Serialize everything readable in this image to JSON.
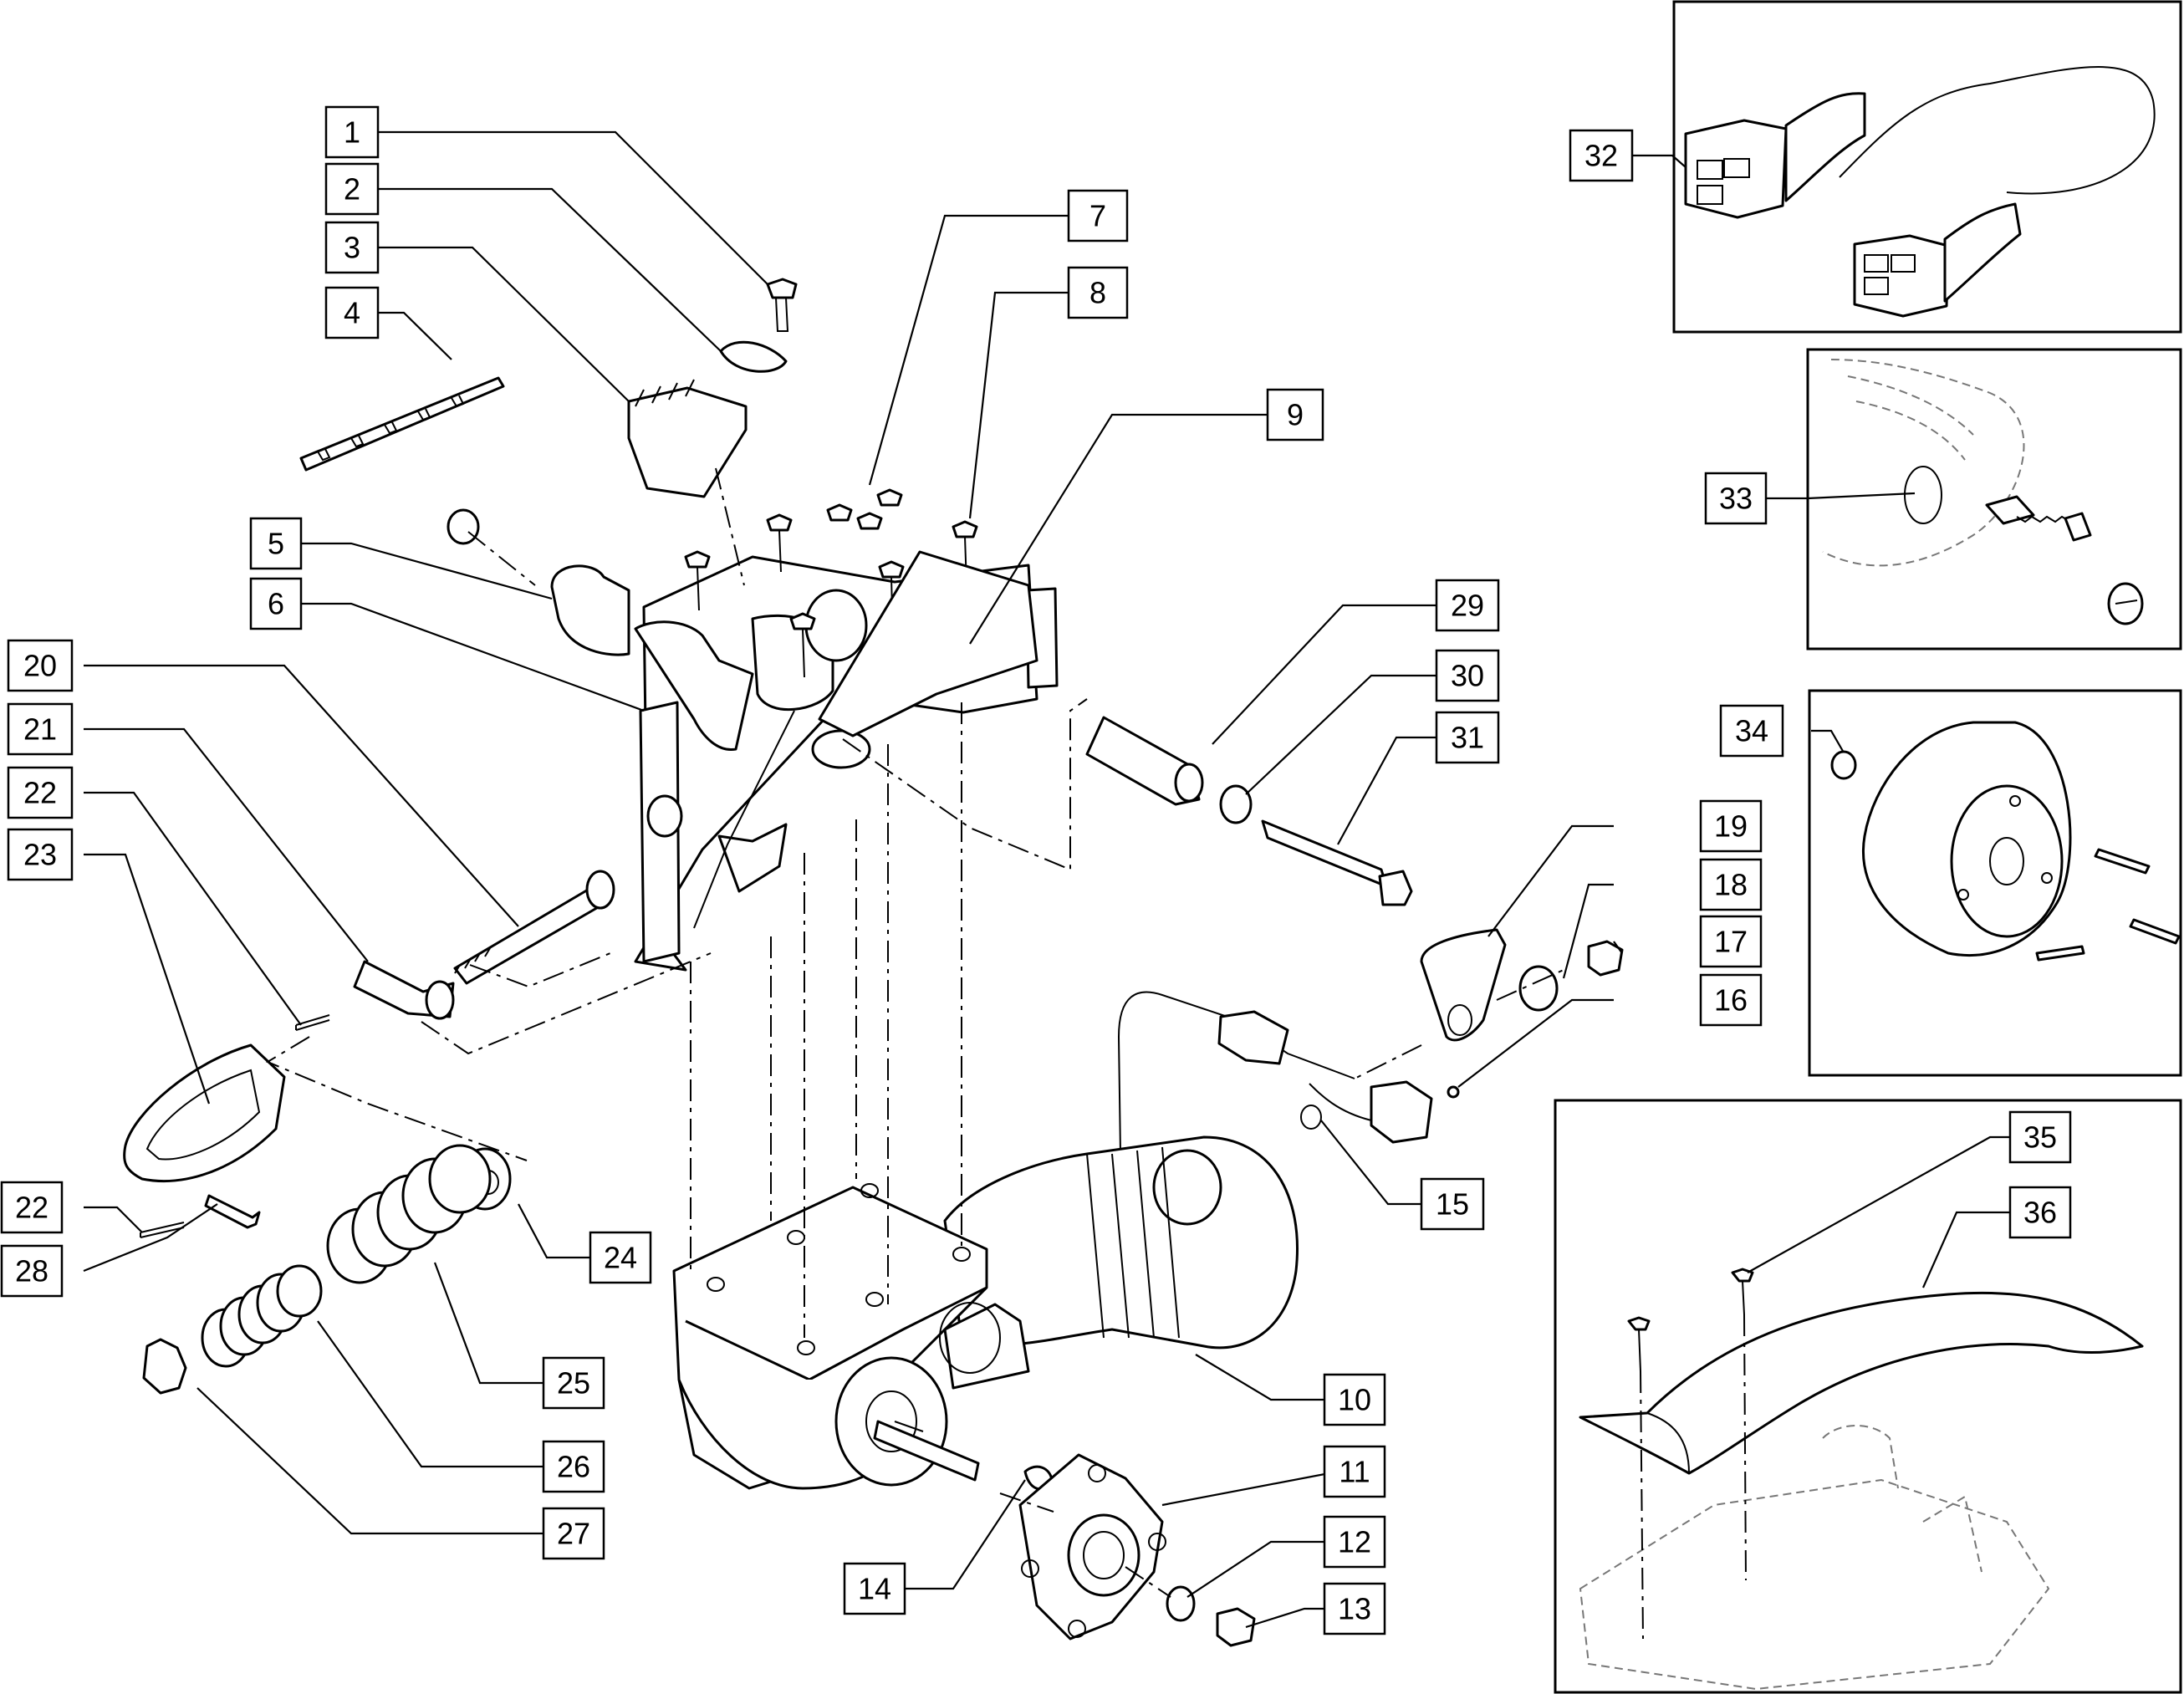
{
  "callouts": [
    {
      "num": "1"
    },
    {
      "num": "2"
    },
    {
      "num": "3"
    },
    {
      "num": "4"
    },
    {
      "num": "5"
    },
    {
      "num": "6"
    },
    {
      "num": "7"
    },
    {
      "num": "8"
    },
    {
      "num": "9"
    },
    {
      "num": "10"
    },
    {
      "num": "11"
    },
    {
      "num": "12"
    },
    {
      "num": "13"
    },
    {
      "num": "14"
    },
    {
      "num": "15"
    },
    {
      "num": "16"
    },
    {
      "num": "17"
    },
    {
      "num": "18"
    },
    {
      "num": "19"
    },
    {
      "num": "20"
    },
    {
      "num": "21"
    },
    {
      "num": "22"
    },
    {
      "num": "23"
    },
    {
      "num": "22"
    },
    {
      "num": "28"
    },
    {
      "num": "24"
    },
    {
      "num": "25"
    },
    {
      "num": "26"
    },
    {
      "num": "27"
    },
    {
      "num": "29"
    },
    {
      "num": "30"
    },
    {
      "num": "31"
    },
    {
      "num": "32"
    },
    {
      "num": "33"
    },
    {
      "num": "34"
    },
    {
      "num": "35"
    },
    {
      "num": "36"
    }
  ]
}
